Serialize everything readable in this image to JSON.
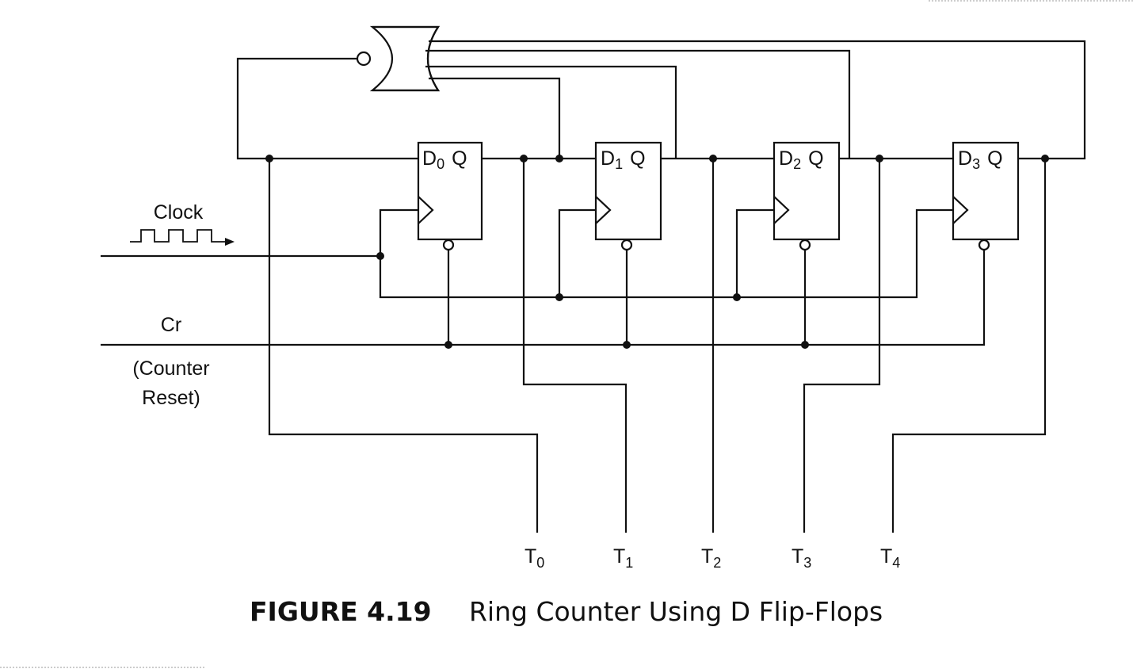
{
  "diagram": {
    "clock_label": "Clock",
    "reset_label": "Cr",
    "reset_desc_line1": "(Counter",
    "reset_desc_line2": "Reset)",
    "flip_flops": [
      {
        "d": "D",
        "sub": "0",
        "q": "Q"
      },
      {
        "d": "D",
        "sub": "1",
        "q": "Q"
      },
      {
        "d": "D",
        "sub": "2",
        "q": "Q"
      },
      {
        "d": "D",
        "sub": "3",
        "q": "Q"
      }
    ],
    "outputs": [
      {
        "t": "T",
        "sub": "0"
      },
      {
        "t": "T",
        "sub": "1"
      },
      {
        "t": "T",
        "sub": "2"
      },
      {
        "t": "T",
        "sub": "3"
      },
      {
        "t": "T",
        "sub": "4"
      }
    ]
  },
  "caption": {
    "number": "FIGURE 4.19",
    "text": "Ring Counter Using D Flip-Flops"
  }
}
